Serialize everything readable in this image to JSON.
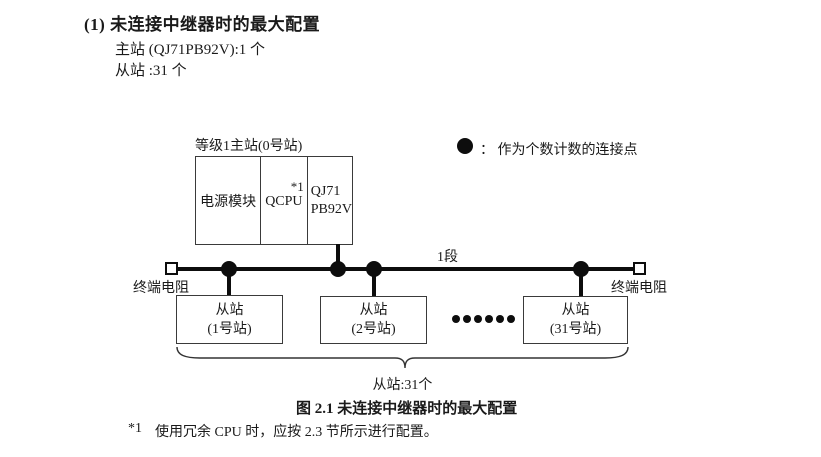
{
  "header": {
    "title": "(1) 未连接中继器时的最大配置",
    "spec_master": "主站 (QJ71PB92V):1 个",
    "spec_slave": "从站 :31 个"
  },
  "diagram": {
    "master": {
      "label": "等级1主站(0号站)",
      "cell_power": "电源模块",
      "cell_cpu": "QCPU",
      "cell_cpu_note": "*1",
      "cell_module_line1": "QJ71",
      "cell_module_line2": "PB92V"
    },
    "legend": {
      "text": "：  作为个数计数的连接点"
    },
    "segment_label": "1段",
    "terminator_left": "终端电阻",
    "terminator_right": "终端电阻",
    "slaves": [
      {
        "line1": "从站",
        "line2": "(1号站)"
      },
      {
        "line1": "从站",
        "line2": "(2号站)"
      },
      {
        "line1": "从站",
        "line2": "(31号站)"
      }
    ],
    "brace_label": "从站:31个"
  },
  "caption": "图 2.1 未连接中继器时的最大配置",
  "footnote": {
    "marker": "*1",
    "text": "使用冗余 CPU 时，应按 2.3 节所示进行配置。"
  }
}
